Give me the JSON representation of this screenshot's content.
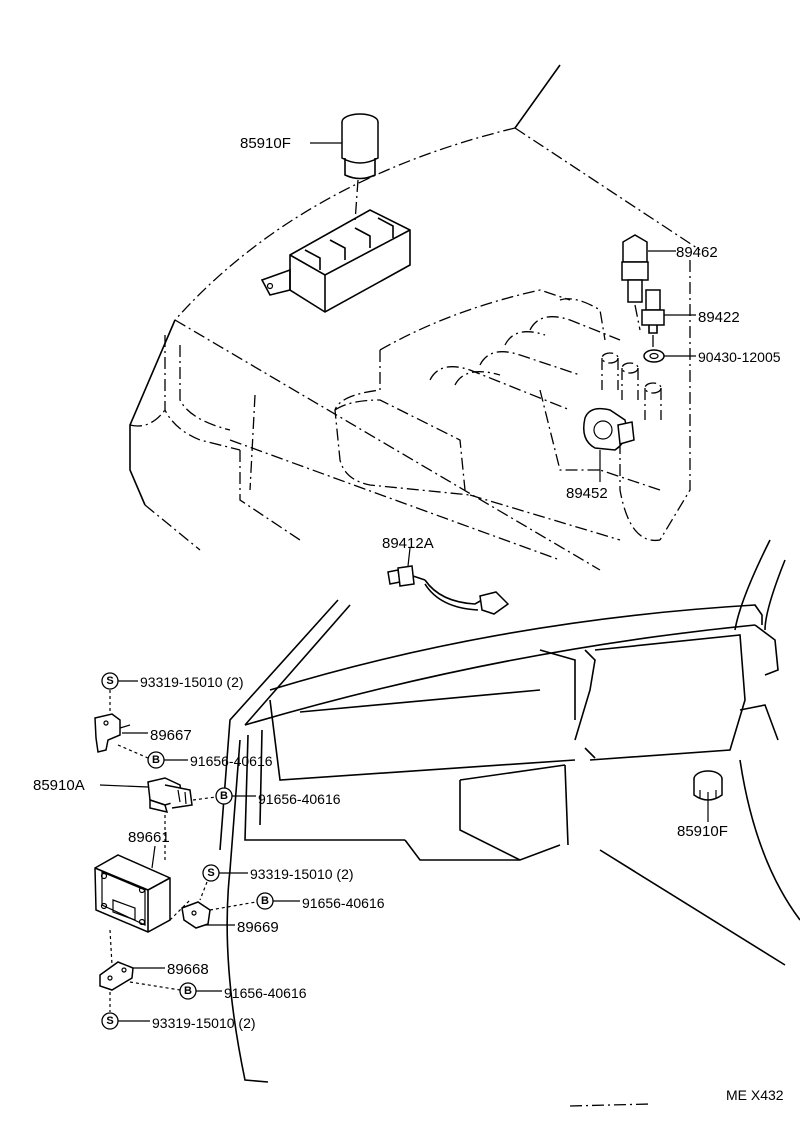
{
  "parts": {
    "relay_top": "85910F",
    "water_temp_sensor": "89462",
    "temp_switch": "89422",
    "gasket": "90430-12005",
    "throttle_sensor": "89452",
    "oxygen_sensor": "89412A",
    "screw_1": "93319-15010 (2)",
    "bracket_1": "89667",
    "bolt_1": "91656-40616",
    "relay_left": "85910A",
    "bolt_2": "91656-40616",
    "ecu": "89661",
    "screw_2": "93319-15010 (2)",
    "bolt_3": "91656-40616",
    "bracket_2": "89669",
    "relay_right": "85910F",
    "bracket_3": "89668",
    "bolt_4": "91656-40616",
    "screw_3": "93319-15010 (2)"
  },
  "symbols": {
    "screw": "S",
    "bolt": "B"
  },
  "footer": {
    "code": "ME X432"
  }
}
